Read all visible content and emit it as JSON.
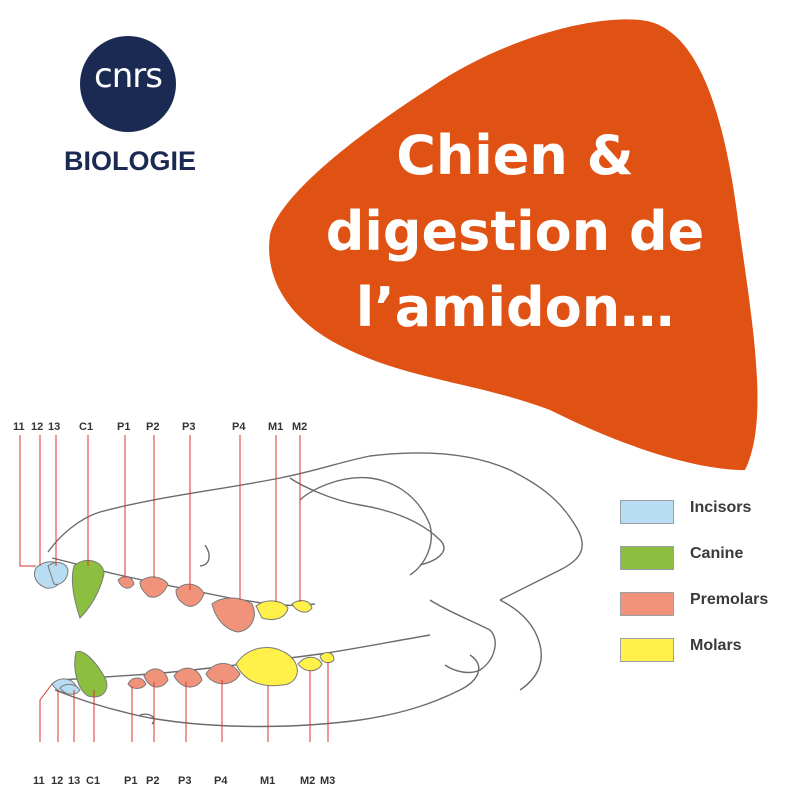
{
  "logo": {
    "text": "cnrs",
    "subtitle": "BIOLOGIE"
  },
  "headline": {
    "line1": "Chien &",
    "line2": "digestion de",
    "line3": "l’amidon…"
  },
  "colors": {
    "accent": "#e05114",
    "brand": "#1b2a52",
    "incisors": "#b8dcf2",
    "canine": "#8cbf3f",
    "premolars": "#f0937a",
    "molars": "#fff14a",
    "guide_line": "#d9342b"
  },
  "legend": [
    {
      "key": "incisors",
      "label": "Incisors"
    },
    {
      "key": "canine",
      "label": "Canine"
    },
    {
      "key": "premolars",
      "label": "Premolars"
    },
    {
      "key": "molars",
      "label": "Molars"
    }
  ],
  "upper_labels": [
    "11",
    "12",
    "13",
    "C1",
    "P1",
    "P2",
    "P3",
    "P4",
    "M1",
    "M2"
  ],
  "lower_labels": [
    "11",
    "12",
    "13",
    "C1",
    "P1",
    "P2",
    "P3",
    "P4",
    "M1",
    "M2",
    "M3"
  ]
}
